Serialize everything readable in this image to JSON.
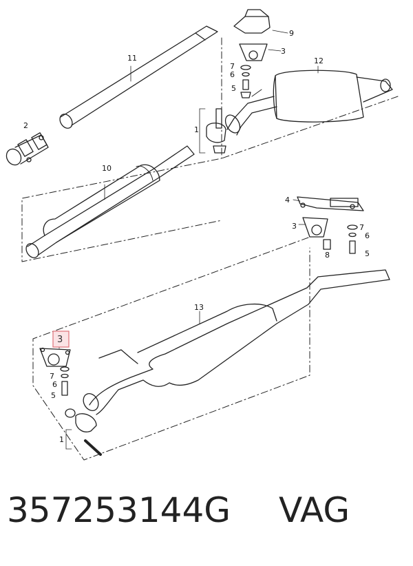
{
  "diagram": {
    "labels": {
      "l1a": "1",
      "l1b": "1",
      "l2": "2",
      "l3a": "3",
      "l3b": "3",
      "l3c": "3",
      "l4": "4",
      "l5a": "5",
      "l5b": "5",
      "l5c": "5",
      "l6a": "6",
      "l6b": "6",
      "l6c": "6",
      "l7a": "7",
      "l7b": "7",
      "l7c": "7",
      "l8": "8",
      "l9": "9",
      "l10": "10",
      "l11": "11",
      "l12": "12",
      "l13": "13"
    },
    "highlight_color": "#e07a80"
  },
  "caption": {
    "part_number": "357253144G",
    "brand": "VAG"
  }
}
